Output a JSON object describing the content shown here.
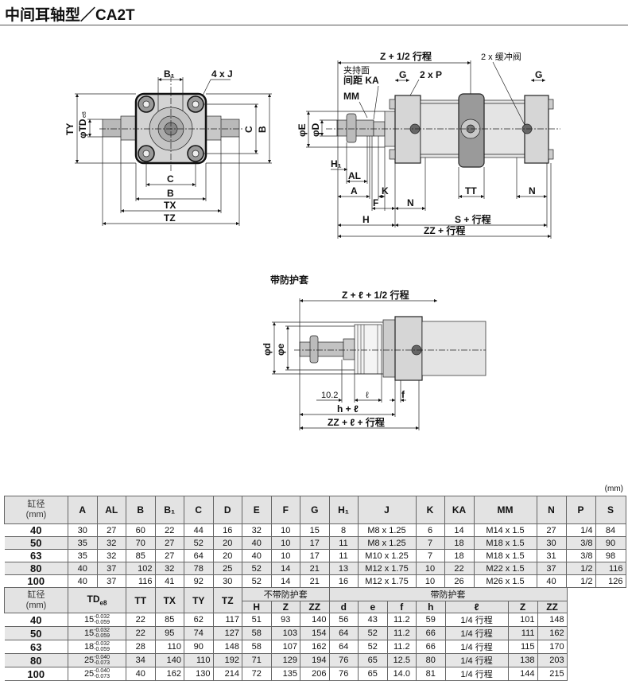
{
  "title": "中间耳轴型／CA2T",
  "front_view": {
    "b1": "B₁",
    "j": "4 x J",
    "ty": "TY",
    "td": "φTD",
    "td_sub": "e8",
    "c_right": "C",
    "b_right": "B",
    "c_bottom": "C",
    "b_bottom": "B",
    "tx": "TX",
    "tz": "TZ"
  },
  "side_view": {
    "z": "Z + 1/2 行程",
    "cushion": "2 x 缓冲阀",
    "ka1": "夹持面",
    "ka2": "间距 KA",
    "g_left": "G",
    "p": "2 x P",
    "g_right": "G",
    "mm": "MM",
    "e": "φE",
    "d": "φD",
    "h1": "H₁",
    "al": "AL",
    "a": "A",
    "k": "K",
    "f": "F",
    "n_left": "N",
    "tt": "TT",
    "n_right": "N",
    "h": "H",
    "s": "S + 行程",
    "zz": "ZZ + 行程"
  },
  "jacket_view": {
    "title": "带防护套",
    "z": "Z + ℓ + 1/2 行程",
    "d": "φd",
    "e": "φe",
    "dim102": "10.2",
    "l": "ℓ",
    "f": "f",
    "hl": "h + ℓ",
    "zz": "ZZ + ℓ + 行程"
  },
  "unit": "(mm)",
  "table1": {
    "bore_header": "缸径",
    "bore_unit": "(mm)",
    "headers": [
      "A",
      "AL",
      "B",
      "B₁",
      "C",
      "D",
      "E",
      "F",
      "G",
      "H₁",
      "J",
      "K",
      "KA",
      "MM",
      "N",
      "P",
      "S"
    ],
    "rows": [
      {
        "bore": "40",
        "v": [
          "30",
          "27",
          "60",
          "22",
          "44",
          "16",
          "32",
          "10",
          "15",
          "8",
          "M8 x 1.25",
          "6",
          "14",
          "M14 x 1.5",
          "27",
          "1/4",
          "84"
        ]
      },
      {
        "bore": "50",
        "v": [
          "35",
          "32",
          "70",
          "27",
          "52",
          "20",
          "40",
          "10",
          "17",
          "11",
          "M8 x 1.25",
          "7",
          "18",
          "M18 x 1.5",
          "30",
          "3/8",
          "90"
        ]
      },
      {
        "bore": "63",
        "v": [
          "35",
          "32",
          "85",
          "27",
          "64",
          "20",
          "40",
          "10",
          "17",
          "11",
          "M10 x 1.25",
          "7",
          "18",
          "M18 x 1.5",
          "31",
          "3/8",
          "98"
        ]
      },
      {
        "bore": "80",
        "v": [
          "40",
          "37",
          "102",
          "32",
          "78",
          "25",
          "52",
          "14",
          "21",
          "13",
          "M12 x 1.75",
          "10",
          "22",
          "M22 x 1.5",
          "37",
          "1/2",
          "116"
        ]
      },
      {
        "bore": "100",
        "v": [
          "40",
          "37",
          "116",
          "41",
          "92",
          "30",
          "52",
          "14",
          "21",
          "16",
          "M12 x 1.75",
          "10",
          "26",
          "M26 x 1.5",
          "40",
          "1/2",
          "126"
        ]
      }
    ]
  },
  "table2": {
    "bore_header": "缸径",
    "bore_unit": "(mm)",
    "td_header": "TD",
    "td_sub": "e8",
    "headers": [
      "TT",
      "TX",
      "TY",
      "TZ"
    ],
    "group_no_jacket": "不带防护套",
    "group_jacket": "带防护套",
    "no_jacket_headers": [
      "H",
      "Z",
      "ZZ"
    ],
    "jacket_headers": [
      "d",
      "e",
      "f",
      "h",
      "ℓ",
      "Z",
      "ZZ"
    ],
    "rows": [
      {
        "bore": "40",
        "td": "15",
        "td_up": "-0.032",
        "td_low": "-0.059",
        "v": [
          "22",
          "85",
          "62",
          "117",
          "51",
          "93",
          "140",
          "56",
          "43",
          "11.2",
          "59",
          "1/4 行程",
          "101",
          "148"
        ]
      },
      {
        "bore": "50",
        "td": "15",
        "td_up": "-0.032",
        "td_low": "-0.059",
        "v": [
          "22",
          "95",
          "74",
          "127",
          "58",
          "103",
          "154",
          "64",
          "52",
          "11.2",
          "66",
          "1/4 行程",
          "111",
          "162"
        ]
      },
      {
        "bore": "63",
        "td": "18",
        "td_up": "-0.032",
        "td_low": "-0.059",
        "v": [
          "28",
          "110",
          "90",
          "148",
          "58",
          "107",
          "162",
          "64",
          "52",
          "11.2",
          "66",
          "1/4 行程",
          "115",
          "170"
        ]
      },
      {
        "bore": "80",
        "td": "25",
        "td_up": "-0.040",
        "td_low": "-0.073",
        "v": [
          "34",
          "140",
          "110",
          "192",
          "71",
          "129",
          "194",
          "76",
          "65",
          "12.5",
          "80",
          "1/4 行程",
          "138",
          "203"
        ]
      },
      {
        "bore": "100",
        "td": "25",
        "td_up": "-0.040",
        "td_low": "-0.073",
        "v": [
          "40",
          "162",
          "130",
          "214",
          "72",
          "135",
          "206",
          "76",
          "65",
          "14.0",
          "81",
          "1/4 行程",
          "144",
          "215"
        ]
      }
    ]
  }
}
